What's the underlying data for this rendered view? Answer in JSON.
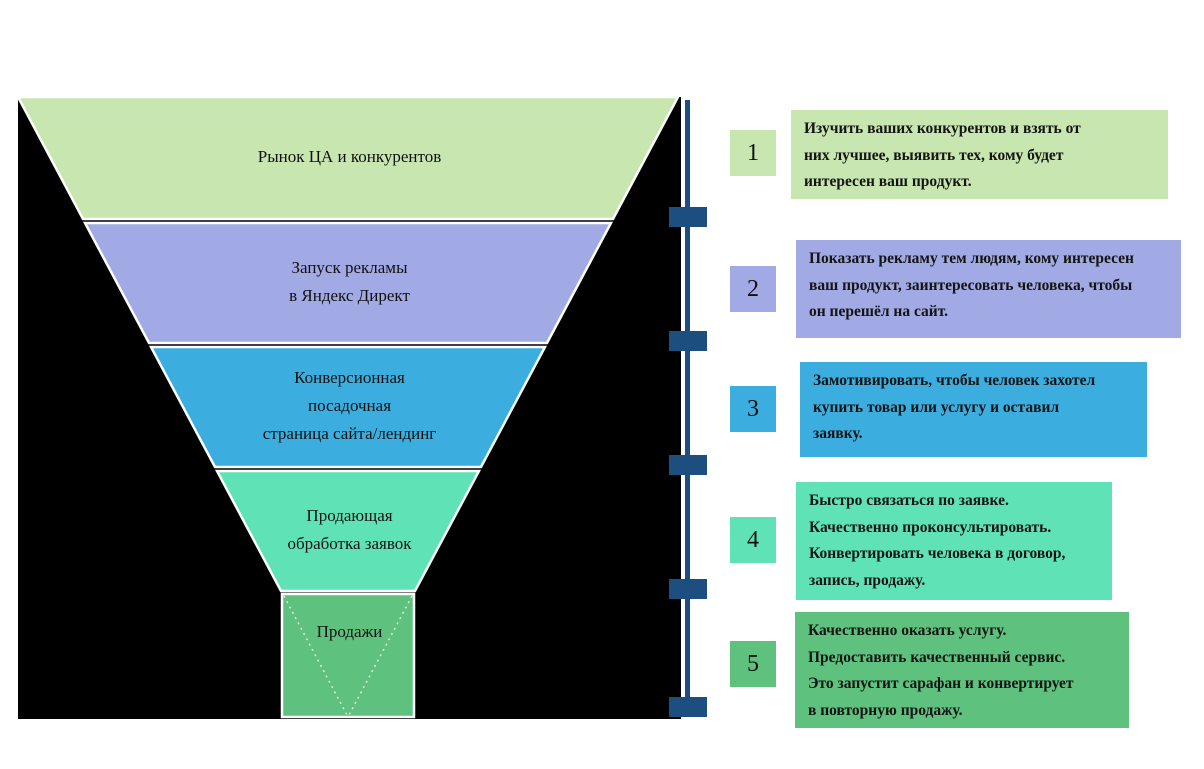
{
  "funnel": {
    "background": "#000000",
    "divider_color": "#ffffff",
    "stages": [
      {
        "label": "Рынок ЦА и конкурентов",
        "color": "#c8e6b0"
      },
      {
        "label": "Запуск рекламы\nв Яндекс Директ",
        "color": "#a2aae5"
      },
      {
        "label": "Конверсионная\nпосадочная\nстраница сайта/лендинг",
        "color": "#3badde"
      },
      {
        "label": "Продающая\nобработка заявок",
        "color": "#5fe3b6"
      },
      {
        "label": "Продажи",
        "color": "#5ec17d"
      }
    ]
  },
  "timeline": {
    "color": "#1c4e80",
    "marker_count": 5
  },
  "steps": [
    {
      "number": "1",
      "color": "#c8e6b0",
      "text": "Изучить ваших конкурентов и взять от\nних лучшее, выявить тех, кому будет\nинтересен ваш продукт."
    },
    {
      "number": "2",
      "color": "#a2aae5",
      "text": "Показать рекламу тем людям, кому интересен\nваш продукт, заинтересовать человека, чтобы\nон перешёл на сайт."
    },
    {
      "number": "3",
      "color": "#3badde",
      "text": "Замотивировать, чтобы человек захотел\nкупить товар или услугу и оставил\nзаявку."
    },
    {
      "number": "4",
      "color": "#5fe3b6",
      "text": "Быстро связаться по заявке.\nКачественно проконсультировать.\nКонвертировать человека в договор,\nзапись, продажу."
    },
    {
      "number": "5",
      "color": "#5ec17d",
      "text": "Качественно оказать услугу.\nПредоставить качественный сервис.\nЭто запустит сарафан и конвертирует\nв повторную продажу."
    }
  ]
}
